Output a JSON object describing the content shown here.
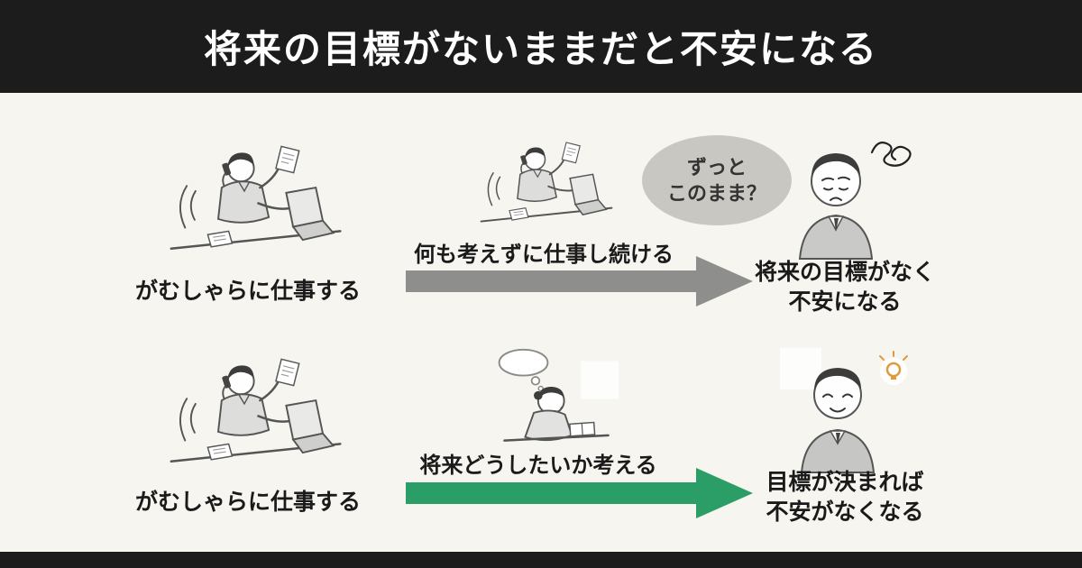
{
  "header": {
    "title": "将来の目標がないままだと不安になる"
  },
  "colors": {
    "background": "#f7f5ef",
    "band": "#1c1c1c",
    "text": "#1a1a1a",
    "gray_arrow": "#8e8e8c",
    "green_arrow": "#2b9d66",
    "bubble_bg": "#c9c7c2",
    "bubble_text": "#333333",
    "lightbulb": "#e09a3e"
  },
  "top_flow": {
    "start_label": "がむしゃらに仕事する",
    "process_label": "何も考えずに仕事し続ける",
    "bubble_line1": "ずっと",
    "bubble_line2": "このまま？",
    "result_line1": "将来の目標がなく",
    "result_line2": "不安になる"
  },
  "bottom_flow": {
    "start_label": "がむしゃらに仕事する",
    "process_label": "将来どうしたいか考える",
    "result_line1": "目標が決まれば",
    "result_line2": "不安がなくなる"
  },
  "icons": {
    "top_start": "busy-worker-illustration",
    "top_process": "busy-worker-illustration",
    "top_bubble": "speech-bubble",
    "top_result": "anxious-man-illustration",
    "top_result_detail": "confusion-scribble-icon",
    "bottom_start": "busy-worker-illustration",
    "bottom_process": "thinking-person-illustration",
    "bottom_process_detail": "thought-bubble-icon",
    "bottom_result": "relieved-man-illustration",
    "bottom_result_detail": "lightbulb-icon"
  }
}
